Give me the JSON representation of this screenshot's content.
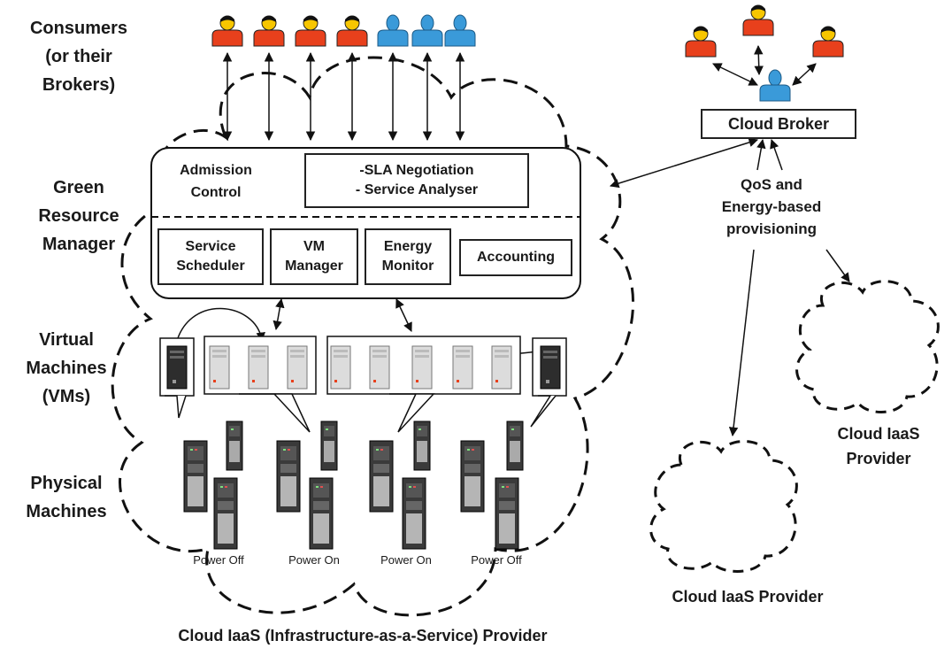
{
  "layers": {
    "consumers": [
      "Consumers",
      "(or their",
      "Brokers)"
    ],
    "grm": [
      "Green",
      "Resource",
      "Manager"
    ],
    "vms": [
      "Virtual",
      "Machines",
      "(VMs)"
    ],
    "pms": [
      "Physical",
      "Machines"
    ]
  },
  "grm_components": {
    "admission": [
      "Admission",
      "Control"
    ],
    "sla": [
      "-SLA Negotiation",
      "- Service Analyser"
    ],
    "scheduler": [
      "Service",
      "Scheduler"
    ],
    "vm_manager": [
      "VM",
      "Manager"
    ],
    "energy_monitor": [
      "Energy",
      "Monitor"
    ],
    "accounting": "Accounting"
  },
  "power_states": [
    "Power Off",
    "Power On",
    "Power On",
    "Power Off"
  ],
  "cloud_broker": "Cloud Broker",
  "provisioning": [
    "QoS and",
    "Energy-based",
    "provisioning"
  ],
  "provider_right": [
    "Cloud IaaS",
    "Provider"
  ],
  "provider_bottom": "Cloud IaaS Provider",
  "main_provider": "Cloud IaaS (Infrastructure-as-a-Service) Provider",
  "colors": {
    "consumer_red": "#e8401c",
    "broker_blue": "#3a9ad9",
    "server_dark": "#3a3a3a",
    "server_light": "#d8d8d8"
  }
}
